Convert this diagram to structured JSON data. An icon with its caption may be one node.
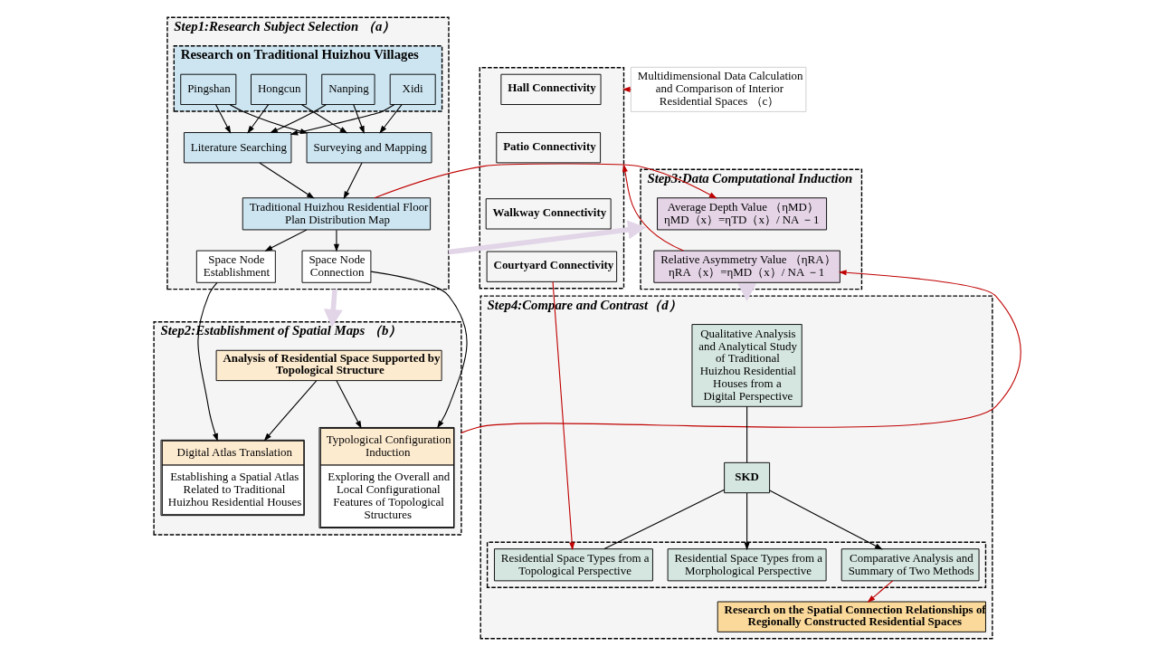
{
  "diagram": {
    "nodes": [
      {
        "text": [
          "Step1:Research Subject Selection （a）"
        ]
      },
      {
        "text": [
          "Research on Traditional Huizhou Villages"
        ],
        "in": 0
      },
      {
        "text": [
          "Xidi"
        ],
        "in": 1
      },
      {
        "text": [
          "Nanping"
        ],
        "in": 1
      },
      {
        "text": [
          "Hongcun"
        ],
        "in": 1
      },
      {
        "text": [
          "Pingshan"
        ],
        "in": 1
      },
      {
        "text": [
          "Literature Searching"
        ],
        "in": 0
      },
      {
        "text": [
          "Surveying and Mapping"
        ],
        "in": 0
      },
      {
        "text": [
          "Traditional Huizhou Residential Floor Plan Distribution Map"
        ],
        "in": 0
      },
      {
        "text": [
          "Space Node Establishment"
        ],
        "in": 0
      },
      {
        "text": [
          "Space Node Connection"
        ],
        "in": 0
      },
      {
        "text": [
          "Step2:Establishment of Spatial Maps （b）"
        ]
      },
      {
        "text": [
          "Analysis of Residential Space Supported by Topological Structure"
        ],
        "in": 11
      },
      {
        "text": [
          "Digital Atlas Translation",
          "Establishing a Spatial Atlas Related to Traditional Huizhou Residential Houses"
        ],
        "in": 11
      },
      {
        "text": [
          "Typological Configuration Induction",
          "Exploring the Overall and Local Configurational Features of Topological Structures"
        ],
        "in": 11
      },
      {
        "text": [
          "Multidimensional Data Calculation and Comparison of Interior Residential Spaces （c）"
        ]
      },
      {
        "text": [
          "Step3:Data Computational Induction"
        ]
      },
      {
        "text": [
          "Average Depth Value （ηMD）",
          "ηMD（x）=ηTD（x）/ NA －1"
        ],
        "in": 16
      },
      {
        "text": [
          "Relative Asymmetry Value （ηRA）",
          "ηRA（x）=ηMD（x）/ NA －1"
        ],
        "in": 16
      },
      {
        "text": [],
        "shape": "box"
      },
      {
        "text": [
          "Hall Connectivity"
        ],
        "in": 19
      },
      {
        "text": [
          "Patio Connectivity"
        ],
        "in": 19
      },
      {
        "text": [
          "Walkway Connectivity"
        ],
        "in": 19
      },
      {
        "text": [
          "Courtyard Connectivity"
        ],
        "in": 19
      },
      {
        "text": [
          "Step4:Compare and Contrast（d）"
        ]
      },
      {
        "text": [
          "Qualitative Analysis and Analytical Study of Traditional Huizhou Residential Houses from a Digital Perspective"
        ],
        "in": 24
      },
      {
        "text": [
          "SKD"
        ],
        "in": 24
      },
      {
        "text": [],
        "shape": "box",
        "in": 24
      },
      {
        "text": [
          "Residential Space Types from a Topological Perspective"
        ],
        "in": 27
      },
      {
        "text": [
          "Residential Space Types from a Morphological Perspective"
        ],
        "in": 27
      },
      {
        "text": [
          "Comparative Analysis and Summary of Two Methods"
        ],
        "in": 27
      },
      {
        "text": [
          "Research on the Spatial Connection Relationships of Regionally Constructed Residential Spaces"
        ],
        "in": 24
      }
    ],
    "edges": [
      {
        "from": 2,
        "to": 6,
        "arrow": "to"
      },
      {
        "from": 3,
        "to": 6,
        "arrow": "to"
      },
      {
        "from": 4,
        "to": 6,
        "arrow": "to"
      },
      {
        "from": 5,
        "to": 6,
        "arrow": "to"
      },
      {
        "from": 2,
        "to": 7,
        "arrow": "to"
      },
      {
        "from": 3,
        "to": 7,
        "arrow": "to"
      },
      {
        "from": 4,
        "to": 7,
        "arrow": "to"
      },
      {
        "from": 5,
        "to": 7,
        "arrow": "to"
      },
      {
        "from": 6,
        "to": 8,
        "arrow": "to"
      },
      {
        "from": 7,
        "to": 8,
        "arrow": "to"
      },
      {
        "from": 8,
        "to": 9,
        "arrow": "to"
      },
      {
        "from": 8,
        "to": 10,
        "arrow": "to"
      },
      {
        "from": 9,
        "to": 13,
        "arrow": "to"
      },
      {
        "from": 10,
        "to": 14,
        "arrow": "to"
      },
      {
        "from": 12,
        "to": 13,
        "arrow": "to"
      },
      {
        "from": 12,
        "to": 14,
        "arrow": "to"
      },
      {
        "from": 0,
        "to": 11,
        "arrow": "to",
        "style": "thick",
        "color": "#e1d5e7"
      },
      {
        "from": 0,
        "to": 16,
        "arrow": "to",
        "style": "thick",
        "color": "#e1d5e7"
      },
      {
        "from": 8,
        "to": 17,
        "arrow": "to",
        "color": "#c00000"
      },
      {
        "from": 11,
        "to": 18,
        "arrow": "to",
        "color": "#c00000"
      },
      {
        "from": 15,
        "to": 19,
        "arrow": "to",
        "color": "#c00000"
      },
      {
        "from": 18,
        "to": 19,
        "arrow": "to",
        "color": "#c00000"
      },
      {
        "from": 16,
        "to": 24,
        "arrow": "to",
        "style": "thick",
        "color": "#e1d5e7"
      },
      {
        "from": 23,
        "to": 28,
        "arrow": "to",
        "color": "#c00000"
      },
      {
        "from": 25,
        "to": 26,
        "arrow": "none"
      },
      {
        "from": 26,
        "to": 28,
        "arrow": "none"
      },
      {
        "from": 26,
        "to": 29,
        "arrow": "to"
      },
      {
        "from": 26,
        "to": 30,
        "arrow": "to"
      },
      {
        "from": 30,
        "to": 31,
        "arrow": "to",
        "color": "#c00000"
      }
    ]
  }
}
